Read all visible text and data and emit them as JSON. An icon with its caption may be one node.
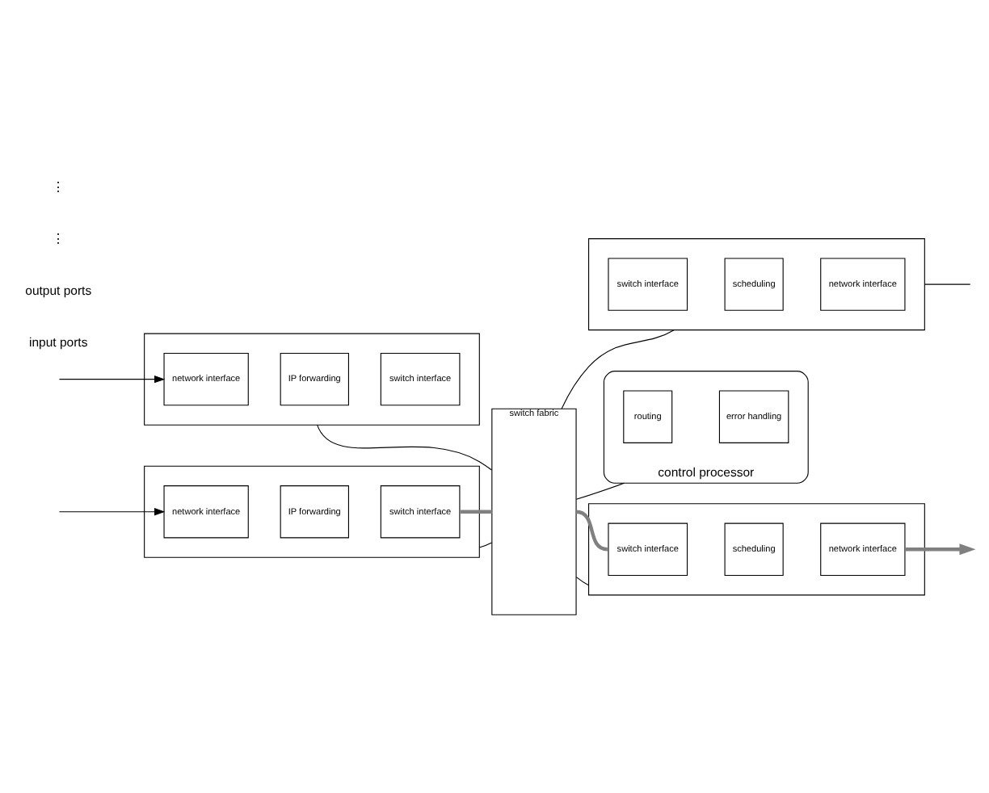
{
  "diagram": {
    "nodes": [
      {
        "text": [],
        "shape": "box"
      },
      {
        "text": [
          "network interface"
        ],
        "in": 0
      },
      {
        "text": [
          "IP forwarding"
        ],
        "in": 0
      },
      {
        "text": [
          "switch interface"
        ],
        "in": 0
      },
      {
        "text": [],
        "shape": "box"
      },
      {
        "text": [
          "network interface"
        ],
        "in": 4
      },
      {
        "text": [
          "IP forwarding"
        ],
        "in": 4
      },
      {
        "text": [
          "switch interface"
        ],
        "in": 4
      },
      {
        "text": [
          "switch fabric"
        ]
      },
      {
        "text": [],
        "shape": "box"
      },
      {
        "text": [
          "switch interface"
        ],
        "in": 9
      },
      {
        "text": [
          "scheduling"
        ],
        "in": 9
      },
      {
        "text": [
          "network interface"
        ],
        "in": 9
      },
      {
        "text": [],
        "shape": "box"
      },
      {
        "text": [
          "switch interface"
        ],
        "in": 13
      },
      {
        "text": [
          "scheduling"
        ],
        "in": 13
      },
      {
        "text": [
          "network interface"
        ],
        "in": 13
      },
      {
        "text": [
          "control processor"
        ]
      },
      {
        "text": [
          "routing"
        ],
        "in": 17
      },
      {
        "text": [
          "error handling"
        ],
        "in": 17
      }
    ],
    "edges": [
      {
        "from": null,
        "to": 1,
        "arrow": "to"
      },
      {
        "from": null,
        "to": 5,
        "arrow": "to"
      },
      {
        "from": 0,
        "to": 8,
        "arrow": "none"
      },
      {
        "from": 4,
        "to": 8,
        "arrow": "none"
      },
      {
        "from": 8,
        "to": 9,
        "arrow": "none"
      },
      {
        "from": 8,
        "to": 13,
        "arrow": "none"
      },
      {
        "from": 8,
        "to": 17,
        "arrow": "none"
      },
      {
        "from": 9,
        "to": null,
        "arrow": "none"
      },
      {
        "from": 3,
        "to": 8,
        "arrow": "none",
        "style": "thick",
        "color": "#808080"
      },
      {
        "from": 8,
        "to": 14,
        "arrow": "none",
        "style": "thick",
        "color": "#808080"
      },
      {
        "from": 16,
        "to": null,
        "arrow": "to",
        "style": "thick",
        "color": "#808080"
      }
    ],
    "labels": [
      "input ports",
      "output ports",
      "⋮",
      "⋮"
    ]
  }
}
